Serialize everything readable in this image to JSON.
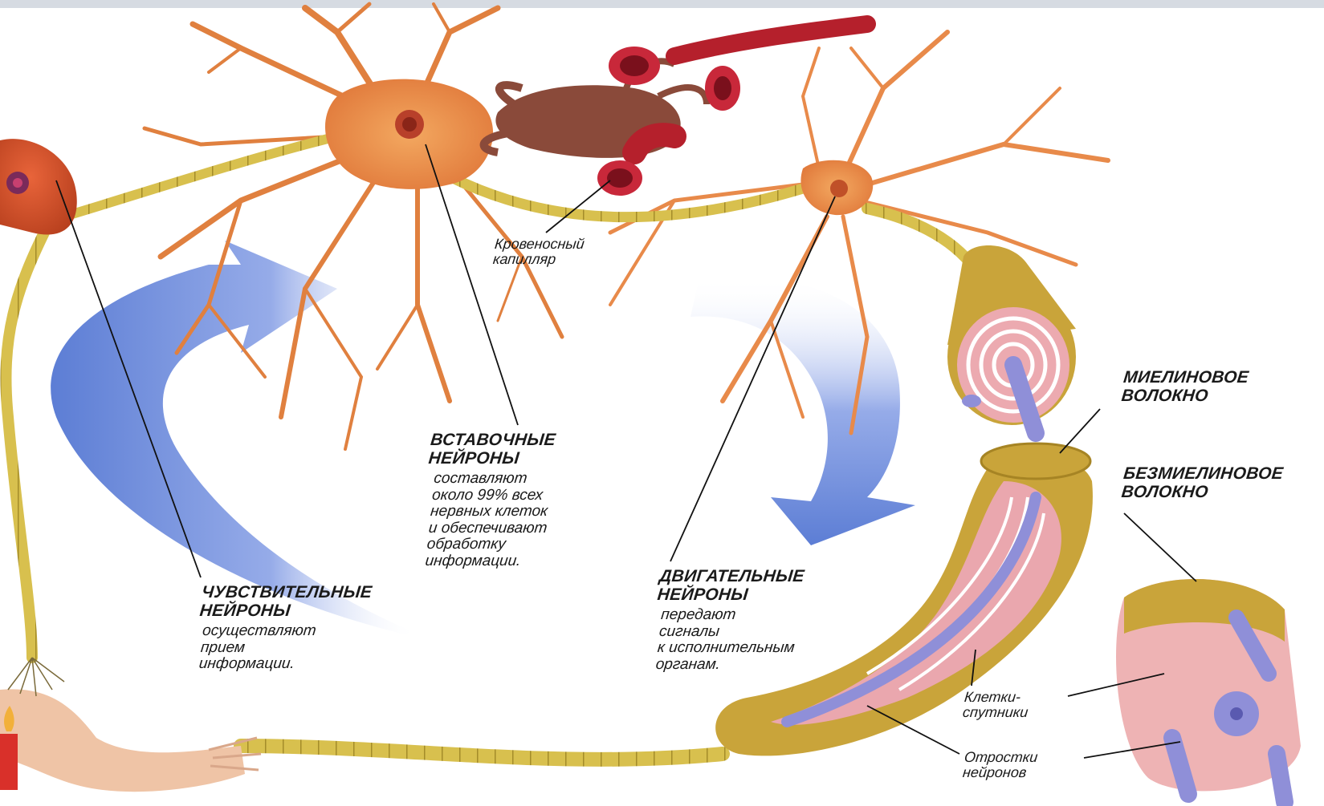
{
  "labels": {
    "capillary": "Кровеносный\nкапилляр",
    "interneurons_title": "ВСТАВОЧНЫЕ\nНЕЙРОНЫ",
    "interneurons_text": "составляют\nоколо 99% всех\nнервных клеток\nи обеспечивают\nобработку\nинформации.",
    "sensory_title": "ЧУВСТВИТЕЛЬНЫЕ\nНЕЙРОНЫ",
    "sensory_text": "осуществляют\nприем\nинформации.",
    "motor_title": "ДВИГАТЕЛЬНЫЕ\nНЕЙРОНЫ",
    "motor_text": "передают\nсигналы\nк исполнительным\nорганам.",
    "myelin_fiber": "МИЕЛИНОВОЕ\nВОЛОКНО",
    "unmyelinated_fiber": "БЕЗМИЕЛИНОВОЕ\nВОЛОКНО",
    "satellite_cells": "Клетки-\nспутники",
    "neuron_processes": "Отростки\nнейронов"
  },
  "colors": {
    "neuron": "#e8874a",
    "neuron_dark": "#c9602a",
    "axon": "#d9c24f",
    "myelin": "#c9a43a",
    "vessel": "#b5202c",
    "arrow": "#5b7fd6",
    "fiber_pink": "#e9a0a8",
    "fiber_core": "#8f8fd8"
  }
}
